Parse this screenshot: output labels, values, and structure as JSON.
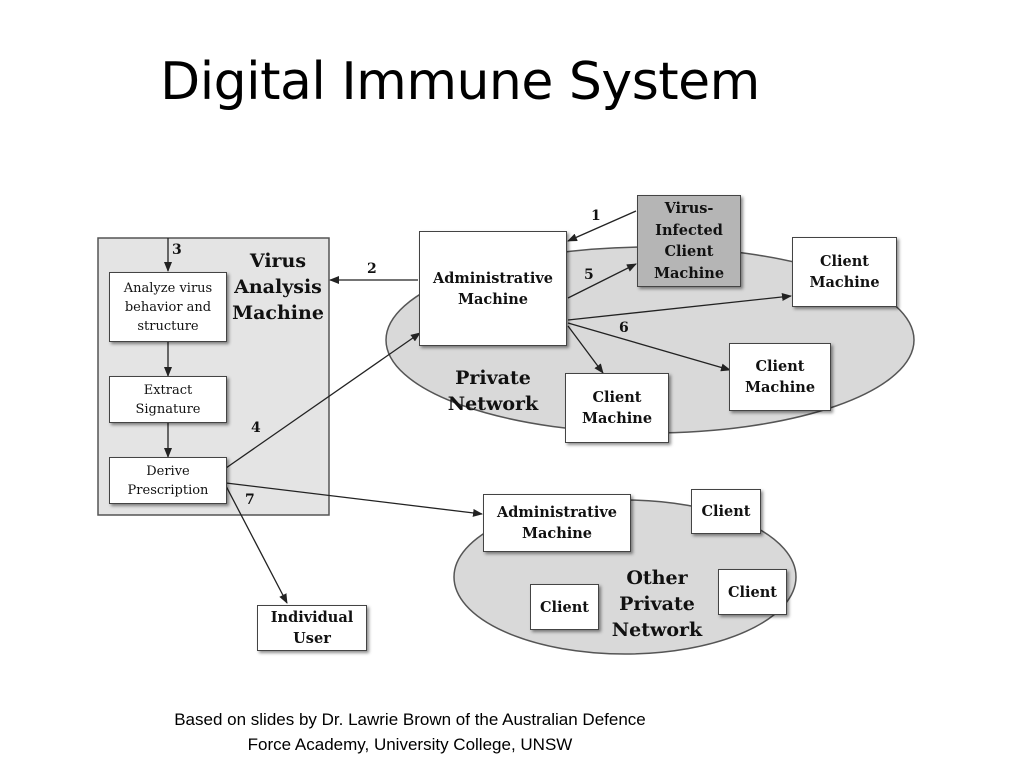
{
  "title": "Digital Immune System",
  "diagram": {
    "virus_analysis_machine": "Virus\nAnalysis\nMachine",
    "analyze_step": "Analyze virus\nbehavior and\nstructure",
    "extract_step": "Extract\nSignature",
    "derive_step": "Derive\nPrescription",
    "admin_machine": "Administrative\nMachine",
    "infected_client": "Virus-\nInfected\nClient\nMachine",
    "client_machine_1": "Client\nMachine",
    "client_machine_2": "Client\nMachine",
    "client_machine_3": "Client\nMachine",
    "private_network": "Private\nNetwork",
    "other_admin_machine": "Administrative\nMachine",
    "client_1": "Client",
    "client_2": "Client",
    "client_3": "Client",
    "other_private_network": "Other\nPrivate\nNetwork",
    "individual_user": "Individual\nUser",
    "step_numbers": [
      "1",
      "2",
      "3",
      "4",
      "5",
      "6",
      "7"
    ]
  },
  "footer": {
    "line1": "Based on slides by Dr. Lawrie Brown of the Australian Defence",
    "line2": "Force Academy, University College, UNSW"
  }
}
